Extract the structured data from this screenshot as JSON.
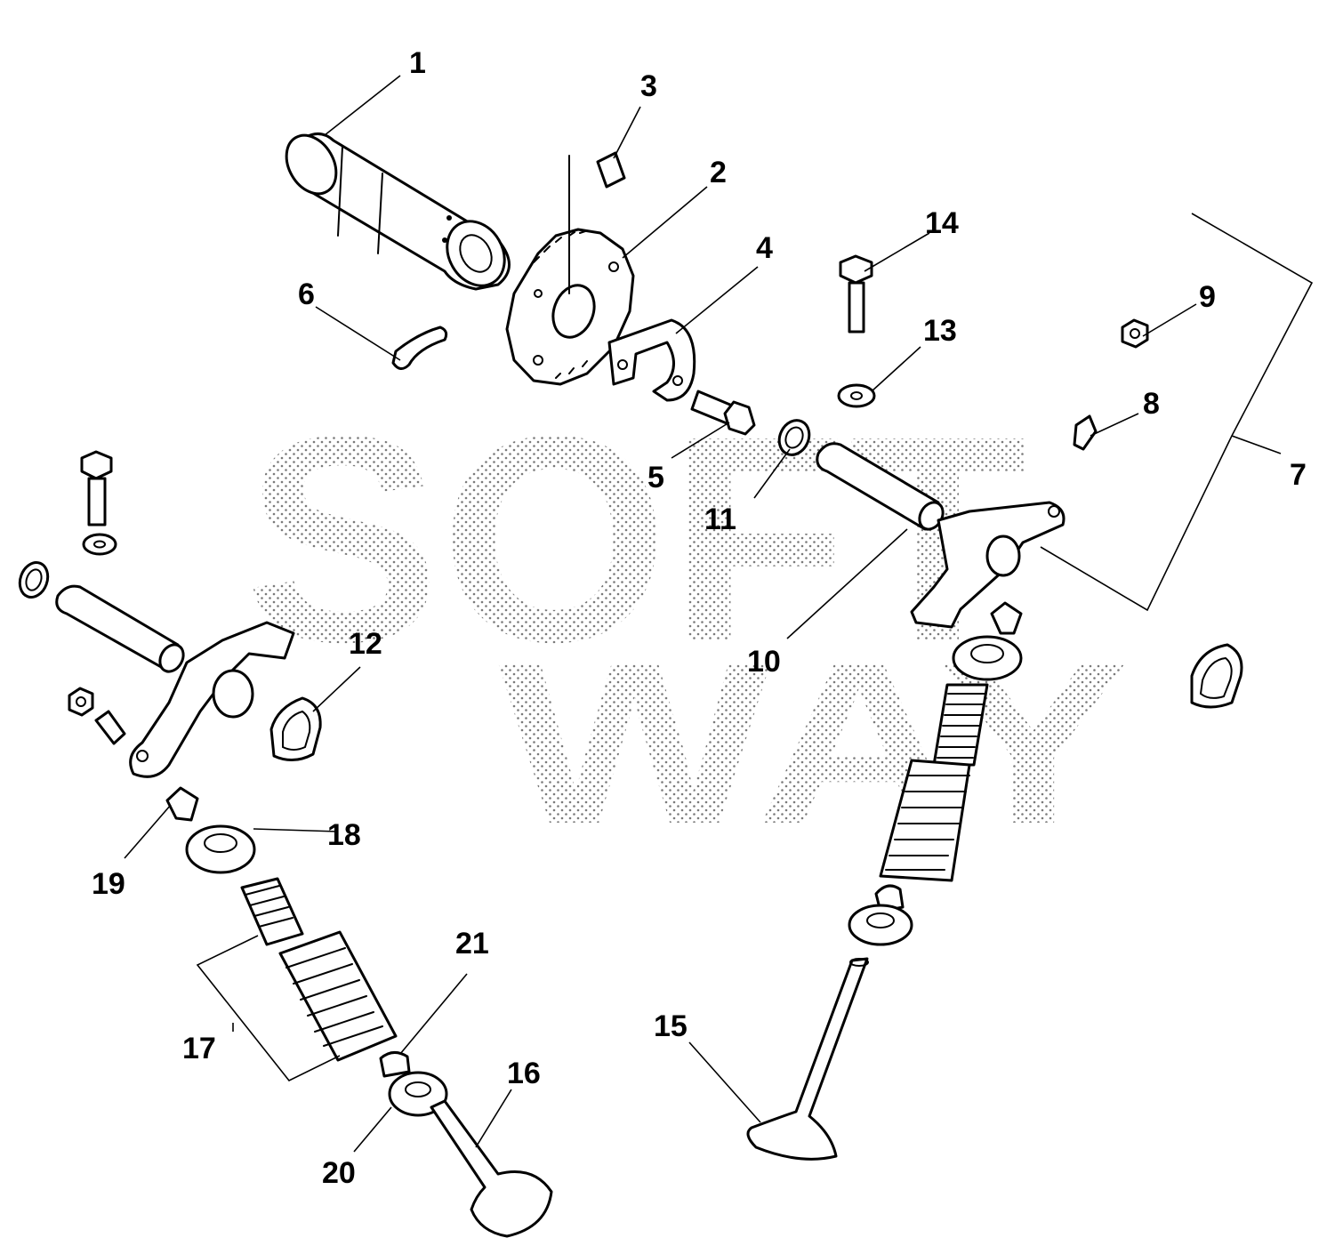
{
  "watermark": {
    "line1": "SOFT",
    "line2": "WAY"
  },
  "callouts": [
    {
      "id": "1",
      "label": "1"
    },
    {
      "id": "2",
      "label": "2"
    },
    {
      "id": "3",
      "label": "3"
    },
    {
      "id": "4",
      "label": "4"
    },
    {
      "id": "5",
      "label": "5"
    },
    {
      "id": "6",
      "label": "6"
    },
    {
      "id": "7",
      "label": "7"
    },
    {
      "id": "8",
      "label": "8"
    },
    {
      "id": "9",
      "label": "9"
    },
    {
      "id": "10",
      "label": "10"
    },
    {
      "id": "11",
      "label": "11"
    },
    {
      "id": "12",
      "label": "12"
    },
    {
      "id": "13",
      "label": "13"
    },
    {
      "id": "14",
      "label": "14"
    },
    {
      "id": "15",
      "label": "15"
    },
    {
      "id": "16",
      "label": "16"
    },
    {
      "id": "17",
      "label": "17"
    },
    {
      "id": "18",
      "label": "18"
    },
    {
      "id": "19",
      "label": "19"
    },
    {
      "id": "20",
      "label": "20"
    },
    {
      "id": "21",
      "label": "21"
    }
  ],
  "parts": [
    {
      "id": "camshaft",
      "icon": "camshaft-icon"
    },
    {
      "id": "cam-gear",
      "icon": "gear-icon"
    },
    {
      "id": "dowel-pin",
      "icon": "pin-icon"
    },
    {
      "id": "retainer-plate",
      "icon": "plate-icon"
    },
    {
      "id": "bolt-5",
      "icon": "bolt-icon"
    },
    {
      "id": "circlip",
      "icon": "clip-icon"
    },
    {
      "id": "rocker-arm-assy",
      "icon": "rocker-arm-icon"
    },
    {
      "id": "adjust-screw",
      "icon": "screw-icon"
    },
    {
      "id": "nut",
      "icon": "nut-icon"
    },
    {
      "id": "rocker-shaft",
      "icon": "shaft-icon"
    },
    {
      "id": "o-ring",
      "icon": "o-ring-icon"
    },
    {
      "id": "gasket",
      "icon": "gasket-icon"
    },
    {
      "id": "washer",
      "icon": "washer-icon"
    },
    {
      "id": "bolt-14",
      "icon": "bolt-icon"
    },
    {
      "id": "exhaust-valve",
      "icon": "valve-icon"
    },
    {
      "id": "intake-valve",
      "icon": "valve-icon"
    },
    {
      "id": "valve-springs",
      "icon": "spring-icon"
    },
    {
      "id": "spring-retainer",
      "icon": "retainer-icon"
    },
    {
      "id": "valve-cotters",
      "icon": "cotter-icon"
    },
    {
      "id": "spring-seat",
      "icon": "seat-icon"
    },
    {
      "id": "stem-seal",
      "icon": "seal-icon"
    }
  ]
}
